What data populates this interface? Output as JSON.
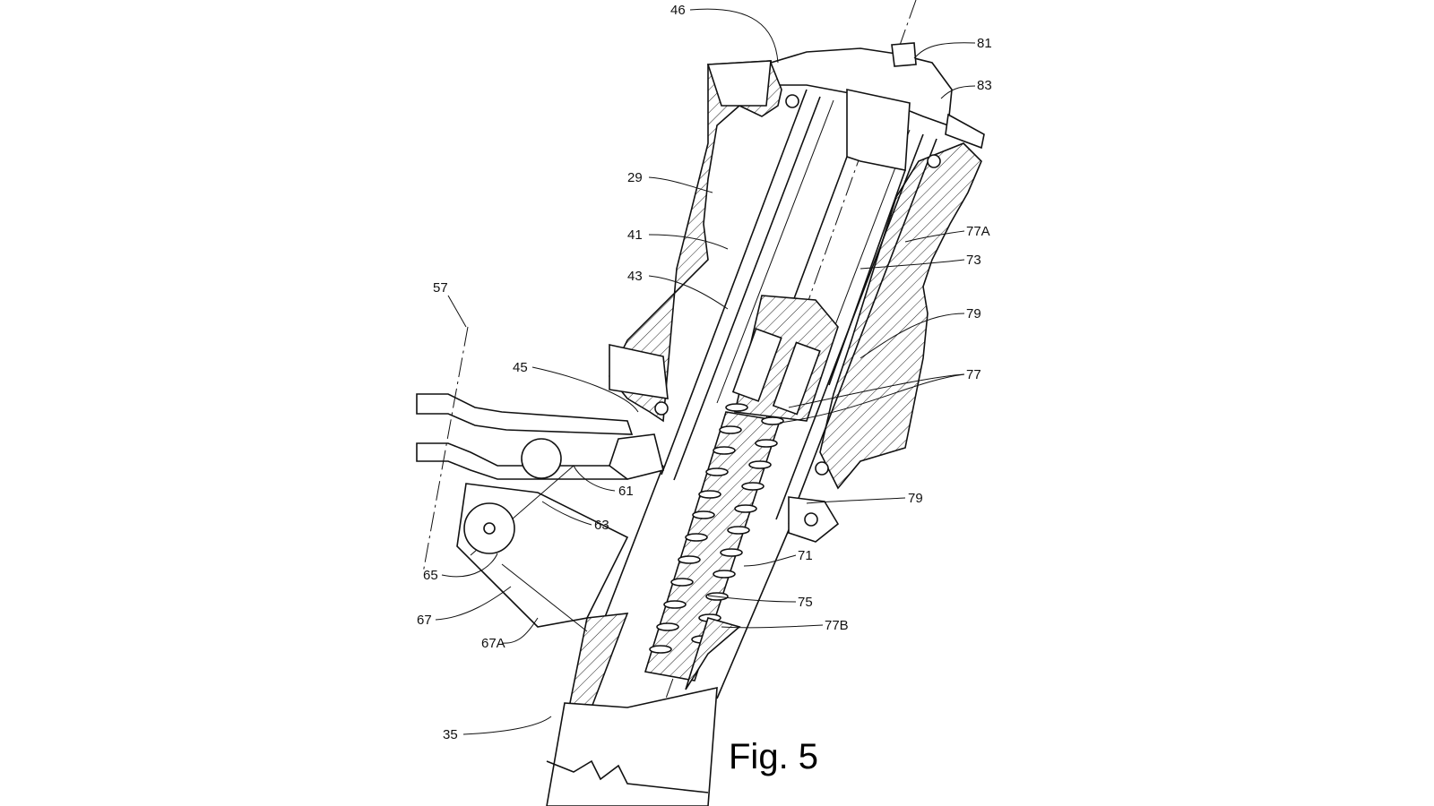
{
  "figure": {
    "caption": "Fig. 5",
    "labels": [
      {
        "id": "46",
        "text": "46"
      },
      {
        "id": "81",
        "text": "81"
      },
      {
        "id": "83",
        "text": "83"
      },
      {
        "id": "29",
        "text": "29"
      },
      {
        "id": "77A",
        "text": "77A"
      },
      {
        "id": "41",
        "text": "41"
      },
      {
        "id": "73",
        "text": "73"
      },
      {
        "id": "43",
        "text": "43"
      },
      {
        "id": "57",
        "text": "57"
      },
      {
        "id": "79a",
        "text": "79"
      },
      {
        "id": "45",
        "text": "45"
      },
      {
        "id": "77",
        "text": "77"
      },
      {
        "id": "61",
        "text": "61"
      },
      {
        "id": "79b",
        "text": "79"
      },
      {
        "id": "63",
        "text": "63"
      },
      {
        "id": "71",
        "text": "71"
      },
      {
        "id": "65",
        "text": "65"
      },
      {
        "id": "75",
        "text": "75"
      },
      {
        "id": "67",
        "text": "67"
      },
      {
        "id": "77B",
        "text": "77B"
      },
      {
        "id": "67A",
        "text": "67A"
      },
      {
        "id": "35",
        "text": "35"
      }
    ]
  }
}
